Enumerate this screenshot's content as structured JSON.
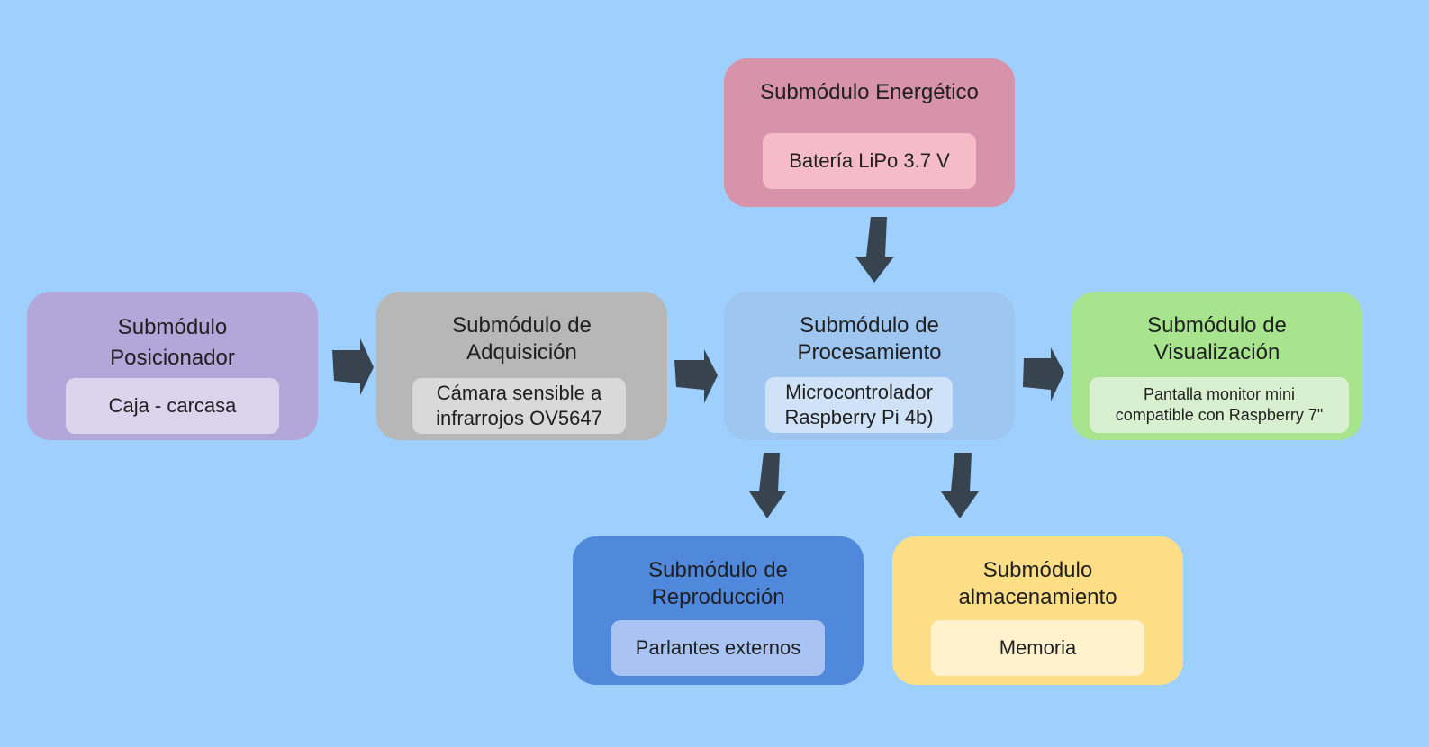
{
  "colors": {
    "background": "#9fd0fd",
    "arrow": "#37444f",
    "posicionador": "#b3a7d9",
    "posicionador_inner": "#dad5ed",
    "adquisicion": "#b7b7b7",
    "adquisicion_inner": "#d9d9d9",
    "energetico": "#d693aa",
    "energetico_inner": "#f5bcc8",
    "procesamiento": "#9ec6f1",
    "procesamiento_inner": "#cfe2f8",
    "visualizacion": "#a8e48d",
    "visualizacion_inner": "#d8f0cf",
    "reproduccion": "#5088dc",
    "reproduccion_inner": "#a9c3f3",
    "almacenamiento": "#fddd85",
    "almacenamiento_inner": "#fff2cc"
  },
  "modules": {
    "energetico": {
      "title": "Submódulo Energético",
      "component": "Batería LiPo 3.7 V"
    },
    "posicionador": {
      "title": "Submódulo\nPosicionador",
      "component": "Caja - carcasa"
    },
    "adquisicion": {
      "title": "Submódulo de\nAdquisición",
      "component": "Cámara sensible a\ninfrarrojos OV5647"
    },
    "procesamiento": {
      "title": "Submódulo de\nProcesamiento",
      "component": "Microcontrolador\nRaspberry Pi 4b)"
    },
    "visualizacion": {
      "title": "Submódulo de\nVisualización",
      "component": "Pantalla monitor mini\ncompatible con Raspberry 7\""
    },
    "reproduccion": {
      "title": "Submódulo de\nReproducción",
      "component": "Parlantes externos"
    },
    "almacenamiento": {
      "title": "Submódulo\nalmacenamiento",
      "component": "Memoria"
    }
  },
  "connections": [
    {
      "from": "posicionador",
      "to": "adquisicion"
    },
    {
      "from": "adquisicion",
      "to": "procesamiento"
    },
    {
      "from": "procesamiento",
      "to": "visualizacion"
    },
    {
      "from": "energetico",
      "to": "procesamiento"
    },
    {
      "from": "procesamiento",
      "to": "reproduccion"
    },
    {
      "from": "procesamiento",
      "to": "almacenamiento"
    }
  ]
}
